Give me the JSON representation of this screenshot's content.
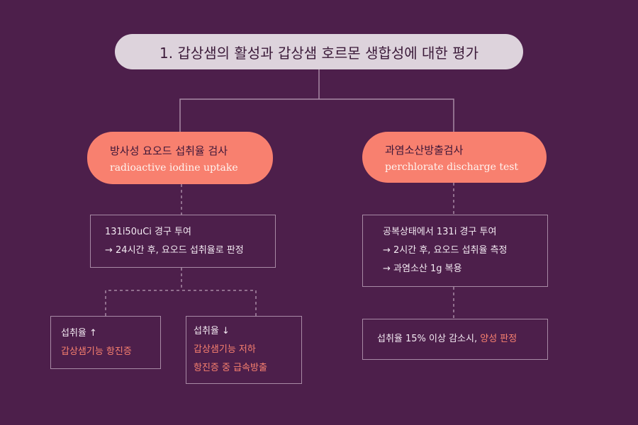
{
  "title": "1. 갑상샘의 활성과 갑상샘 호르몬 생합성에 대한 평가",
  "left": {
    "test_ko": "방사성 요오드 섭취율 검사",
    "test_en": "radioactive iodine uptake",
    "procedure": [
      "131i50uCi 경구 투여",
      "→ 24시간 후, 요오드 섭취율로 판정"
    ],
    "high": {
      "label": "섭취율 ↑",
      "result": [
        "갑상샘기능 항진증"
      ]
    },
    "low": {
      "label": "섭취율 ↓",
      "result": [
        "갑상샘기능 저하",
        "항진증 중 급속방출"
      ]
    }
  },
  "right": {
    "test_ko": "과염소산방출검사",
    "test_en": "perchlorate discharge test",
    "procedure": [
      "공복상태에서 131i  경구 투여",
      "→ 2시간 후, 요오드 섭취율 측정",
      "→ 과염소산 1g 복용"
    ],
    "result_prefix": "섭취율 15% 이상 감소시, ",
    "result_highlight": "양성 판정"
  },
  "colors": {
    "background": "#4d1f4b",
    "accent": "#f8806f",
    "title_bg": "#ddd3dc"
  }
}
